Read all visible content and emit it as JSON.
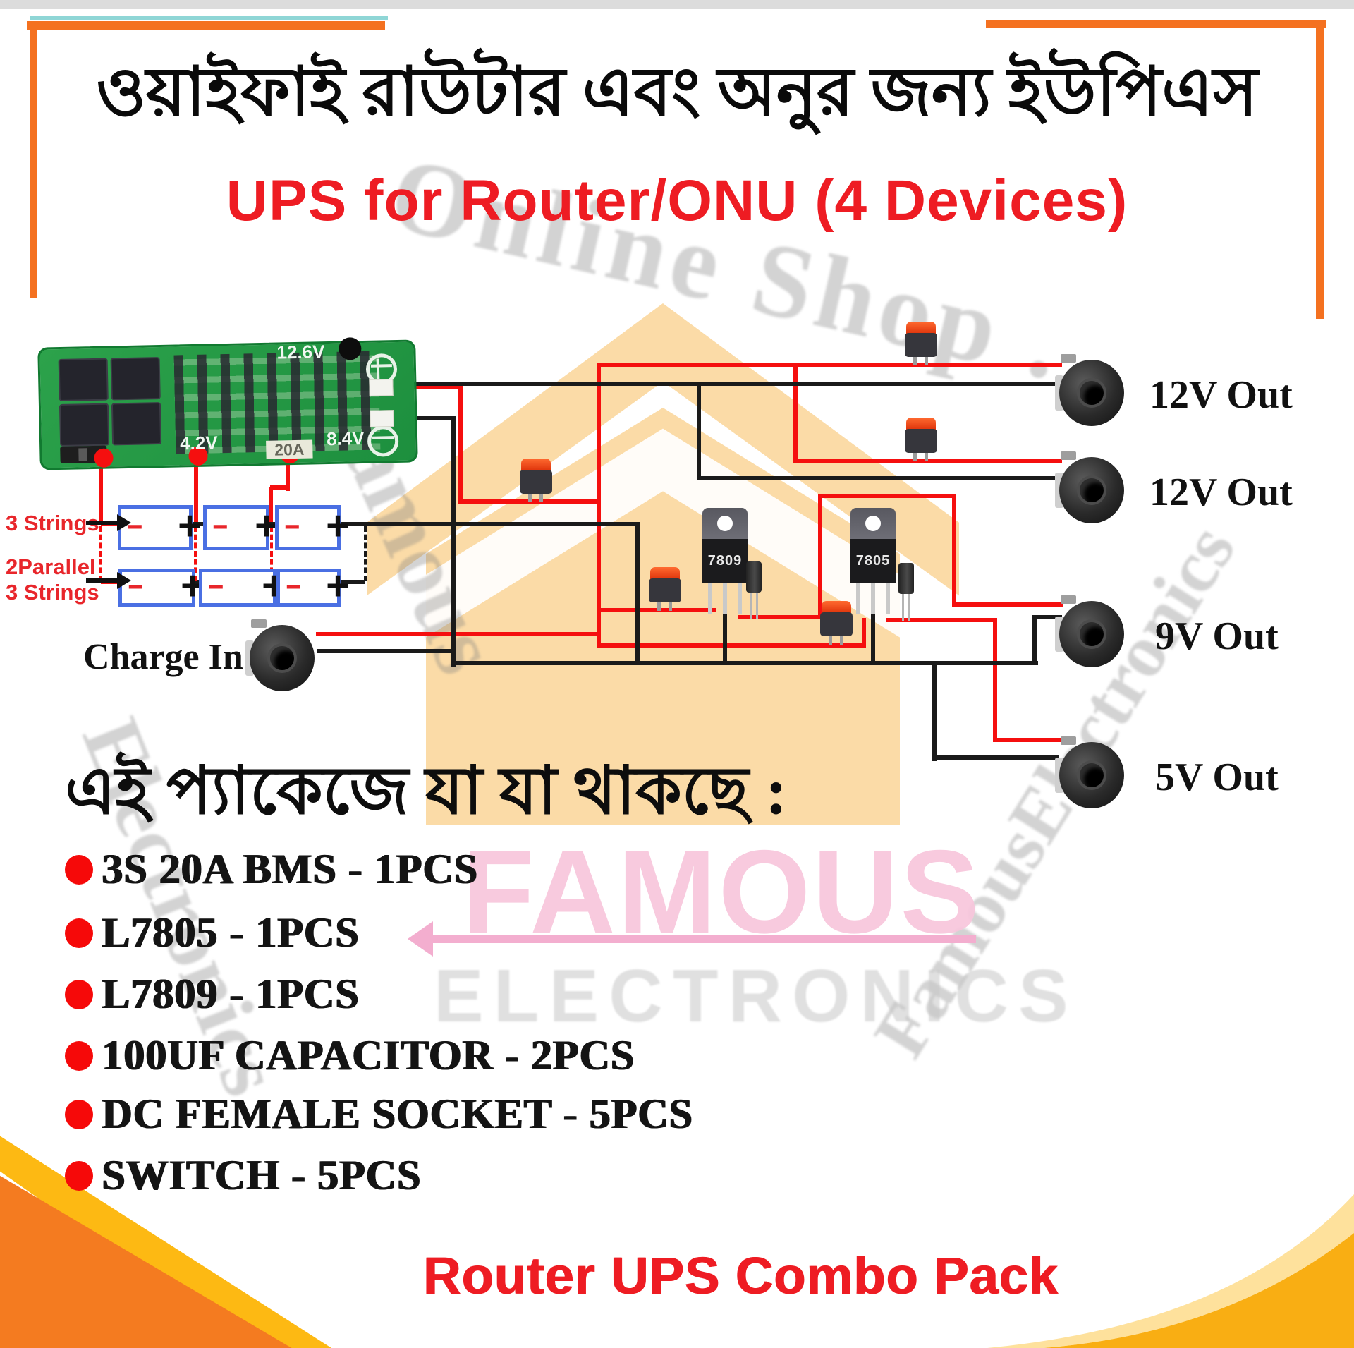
{
  "header": {
    "title_bn": "ওয়াইফাই রাউটার এবং অনুর জন্য ইউপিএস",
    "subtitle_en": "UPS for Router/ONU (4 Devices)"
  },
  "diagram": {
    "bms": {
      "v_top": "12.6V",
      "v_cell": "4.2V",
      "amp": "20A",
      "v_pack": "8.4V"
    },
    "strings_label_row1": "3 Strings",
    "strings_label_row2a": "2Parallel",
    "strings_label_row2b": "3 Strings",
    "charge_in_label": "Charge In",
    "regulator_1": "7809",
    "regulator_2": "7805",
    "terminal_minus": "-",
    "terminal_plus": "+",
    "outputs": [
      {
        "label": "12V Out"
      },
      {
        "label": "12V Out"
      },
      {
        "label": "9V Out"
      },
      {
        "label": "5V Out"
      }
    ]
  },
  "package_list": {
    "heading_bn": "এই প্যাকেজে যা যা থাকছে :",
    "items": [
      "3S 20A BMS - 1PCS",
      "L7805 - 1PCS",
      "L7809 - 1PCS",
      "100UF CAPACITOR - 2PCS",
      "DC FEMALE SOCKET - 5PCS",
      "SWITCH - 5PCS"
    ]
  },
  "footer": {
    "title": "Router UPS Combo Pack"
  },
  "watermark": {
    "brand_top": "FAMOUS",
    "brand_bottom": "ELECTRONICS",
    "arc_top": "Online Shop .",
    "arc_left": "Famous",
    "arc_bottom_left": "Electronics",
    "arc_bottom_right": "FamousElectronics"
  },
  "colors": {
    "accent_orange": "#F47120",
    "accent_red": "#EE1C23",
    "wire_red": "#F50F0F",
    "wire_black": "#1A1A1A",
    "battery_blue": "#4A6FE3",
    "pcb_green": "#27A148",
    "swoosh_yellow": "#FDB913",
    "swoosh_orange": "#F47B20",
    "watermark_pink": "#F8C6DC"
  }
}
